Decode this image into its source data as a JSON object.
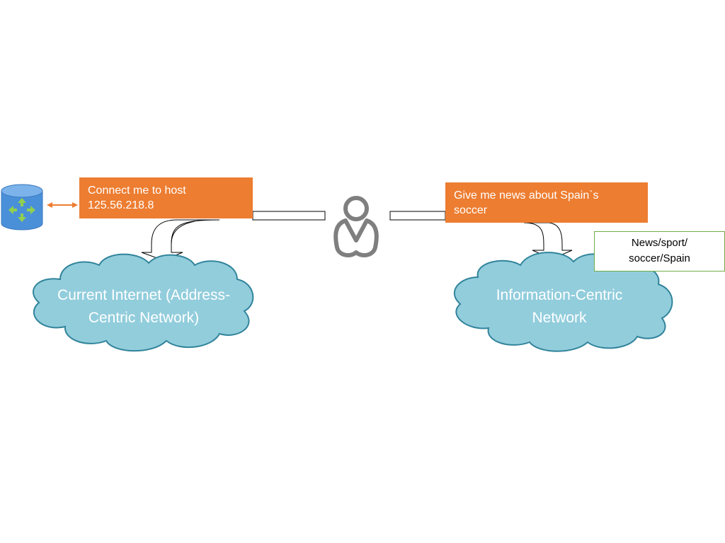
{
  "diagram": {
    "left_request": {
      "line1": "Connect me to host",
      "line2": "125.56.218.8"
    },
    "right_request": {
      "line1": "Give me news  about Spain`s",
      "line2": "soccer"
    },
    "left_cloud": {
      "line1": "Current Internet (Address-",
      "line2": "Centric Network)"
    },
    "right_cloud": {
      "line1": "Information-Centric",
      "line2": "Network"
    },
    "name_box": {
      "line1": "News/sport/",
      "line2": "soccer/Spain"
    }
  },
  "colors": {
    "callout": "#ED7D31",
    "cloud_fill": "#92CDDC",
    "cloud_stroke": "#31849B",
    "router": "#4A90D9",
    "router_arrows": "#92D050",
    "user_icon": "#7F7F7F",
    "name_box_border": "#70AD47",
    "link_arrow": "#ED7D31"
  },
  "icons": {
    "router": "router-icon",
    "user": "user-icon"
  }
}
